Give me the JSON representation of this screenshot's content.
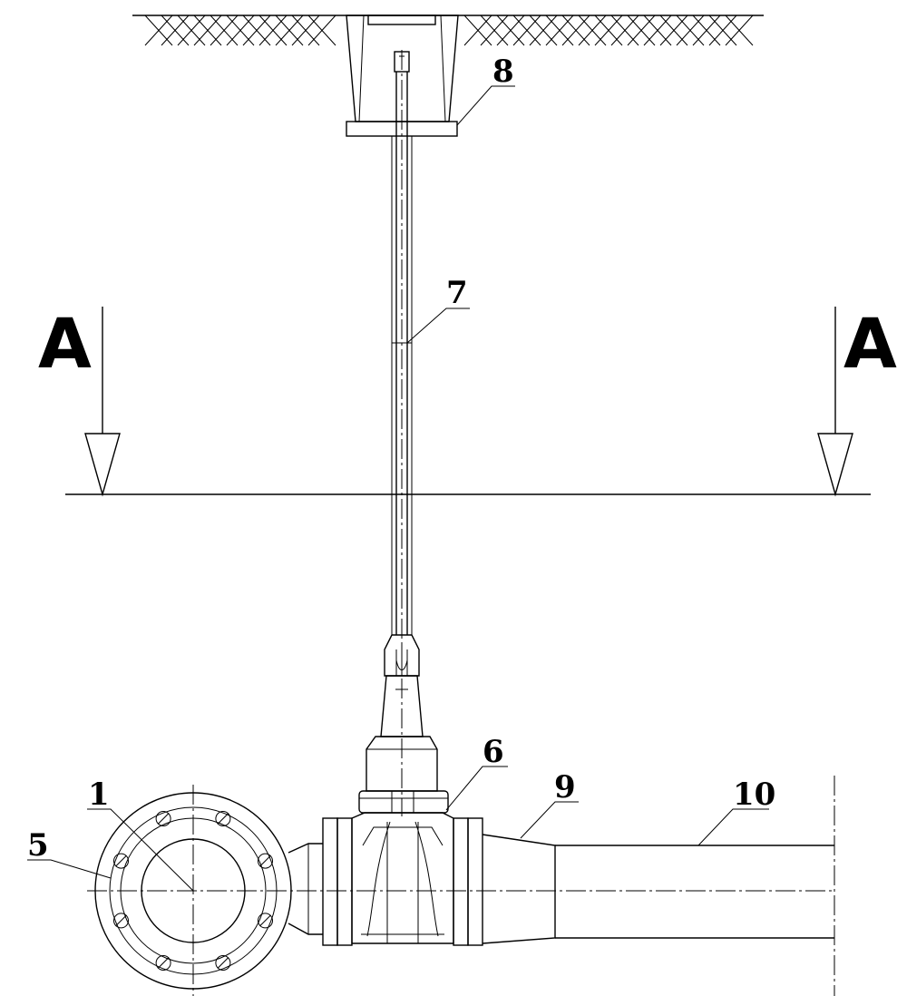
{
  "callouts": {
    "c1": "1",
    "c5": "5",
    "c6": "6",
    "c7": "7",
    "c8": "8",
    "c9": "9",
    "c10": "10"
  },
  "section_marks": {
    "left": "A",
    "right": "A"
  }
}
